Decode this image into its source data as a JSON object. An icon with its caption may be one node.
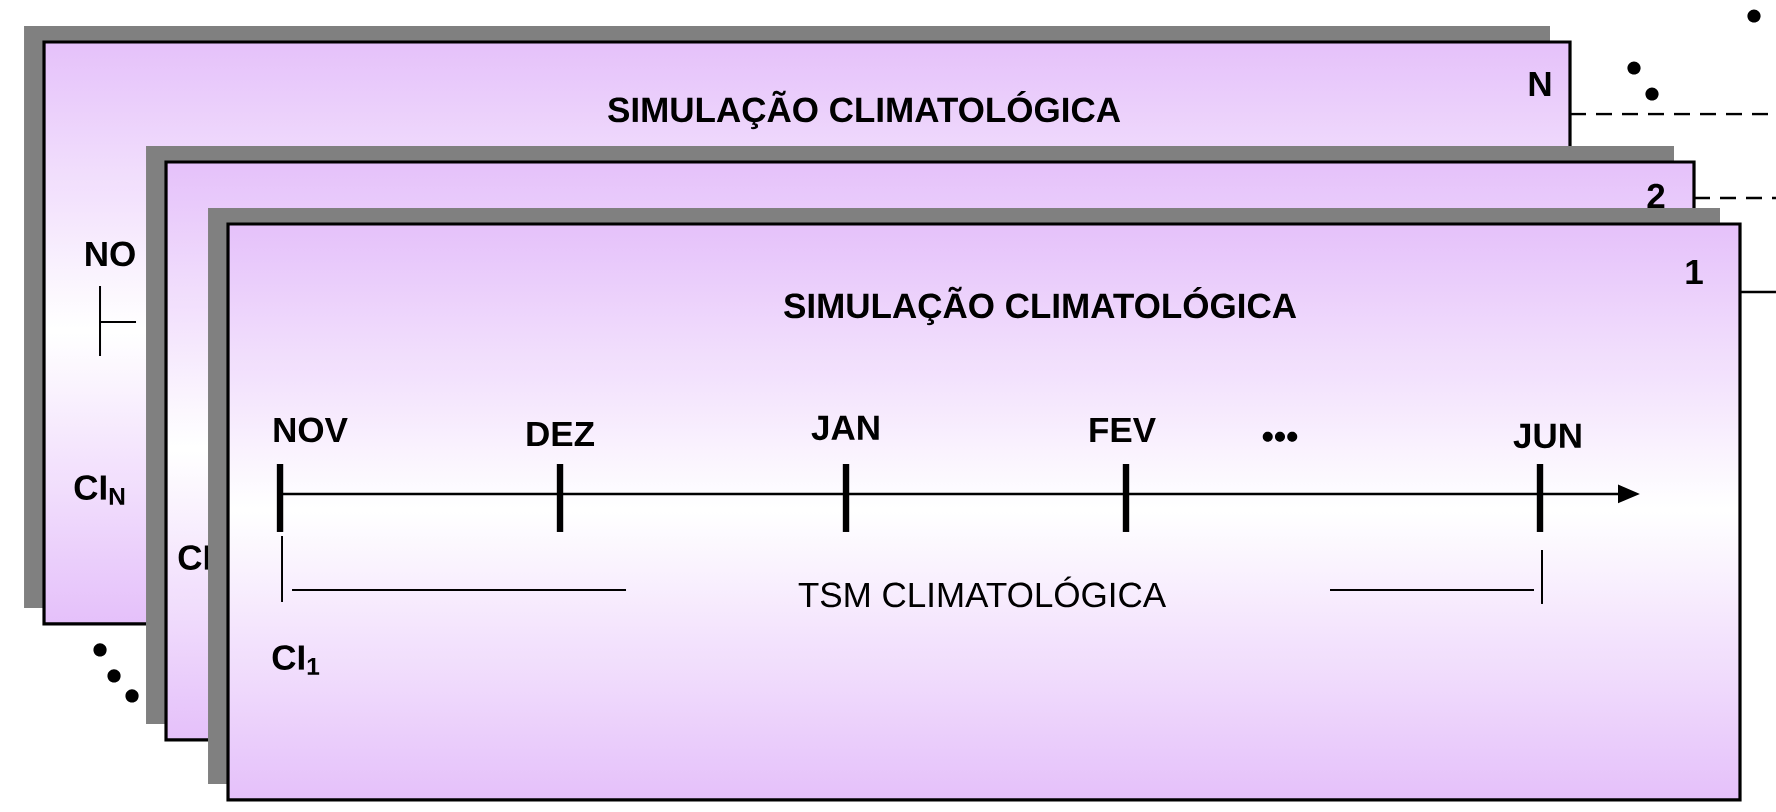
{
  "diagram": {
    "nodes": [
      {
        "text": [
          "SIMULAÇÃO CLIMATOLÓGICA",
          "N",
          "NO",
          "CI$_{N}$"
        ]
      },
      {
        "text": [
          "2",
          "CI$_{2}$"
        ]
      },
      {
        "text": [
          "1",
          "SIMULAÇÃO CLIMATOLÓGICA",
          "NOV",
          "DEZ",
          "JAN",
          "FEV",
          "•••",
          "JUN",
          "TSM CLIMATOLÓGICA",
          "CI$_{1}$"
        ]
      }
    ],
    "edges": [
      {
        "from": 0,
        "to": null,
        "arrow": "none",
        "style": "dashed"
      },
      {
        "from": 1,
        "to": null,
        "arrow": "none",
        "style": "dashed"
      },
      {
        "from": 2,
        "to": null,
        "arrow": "none"
      }
    ]
  }
}
